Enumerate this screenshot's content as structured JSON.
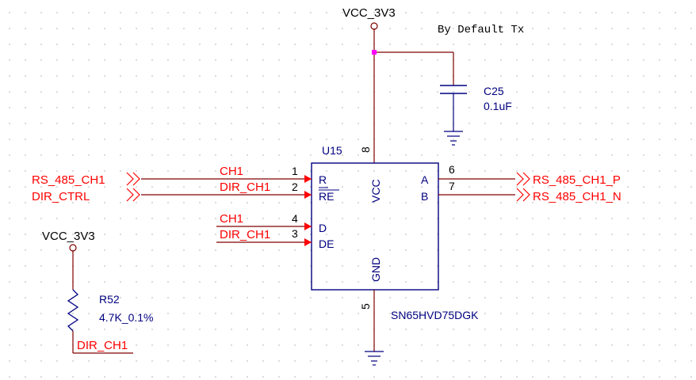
{
  "colors": {
    "wire": "#800000",
    "net_label": "#ff0000",
    "part": "#000080",
    "text": "#000000",
    "junction": "#ff00ff"
  },
  "note": "By Default Tx",
  "power": {
    "top": "VCC_3V3",
    "left": "VCC_3V3"
  },
  "capacitor": {
    "ref": "C25",
    "value": "0.1uF"
  },
  "resistor": {
    "ref": "R52",
    "value": "4.7K_0.1%"
  },
  "ic": {
    "ref": "U15",
    "part": "SN65HVD75DGK",
    "pins": {
      "R": {
        "name": "R",
        "number": "1"
      },
      "RE": {
        "name": "RE",
        "number": "2"
      },
      "D": {
        "name": "D",
        "number": "4"
      },
      "DE": {
        "name": "DE",
        "number": "3"
      },
      "VCC": {
        "name": "VCC",
        "number": "8"
      },
      "GND": {
        "name": "GND",
        "number": "5"
      },
      "A": {
        "name": "A",
        "number": "6"
      },
      "B": {
        "name": "B",
        "number": "7"
      }
    }
  },
  "nets": {
    "ch1_r": "CH1",
    "dir_re": "DIR_CH1",
    "ch1_d": "CH1",
    "dir_de": "DIR_CH1",
    "dir_res": "DIR_CH1"
  },
  "ports": {
    "rs485_in": "RS_485_CH1",
    "dir_ctrl": "DIR_CTRL",
    "out_p": "RS_485_CH1_P",
    "out_n": "RS_485_CH1_N"
  }
}
